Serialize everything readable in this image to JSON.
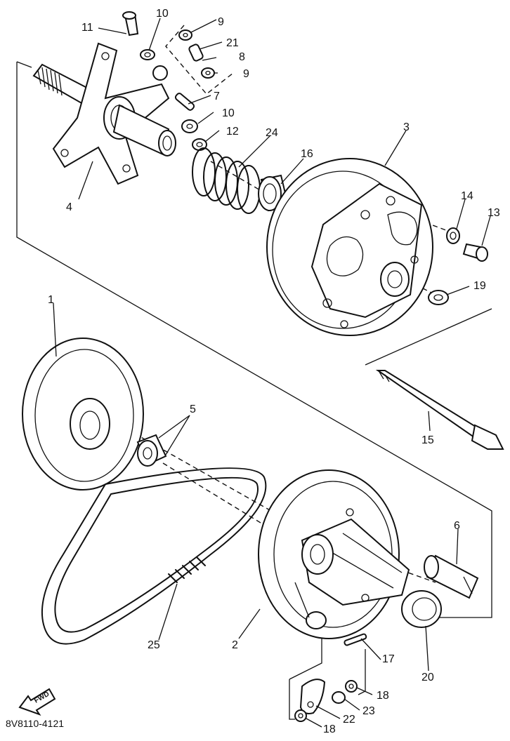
{
  "diagram": {
    "part_code": "8V8110-4121",
    "fwd_label": "FWD",
    "callouts": [
      {
        "id": "c1",
        "label": "1"
      },
      {
        "id": "c2",
        "label": "2"
      },
      {
        "id": "c3",
        "label": "3"
      },
      {
        "id": "c4",
        "label": "4"
      },
      {
        "id": "c5",
        "label": "5"
      },
      {
        "id": "c6",
        "label": "6"
      },
      {
        "id": "c7",
        "label": "7"
      },
      {
        "id": "c8",
        "label": "8"
      },
      {
        "id": "c9a",
        "label": "9"
      },
      {
        "id": "c9b",
        "label": "9"
      },
      {
        "id": "c10a",
        "label": "10"
      },
      {
        "id": "c10b",
        "label": "10"
      },
      {
        "id": "c11",
        "label": "11"
      },
      {
        "id": "c12",
        "label": "12"
      },
      {
        "id": "c13",
        "label": "13"
      },
      {
        "id": "c14",
        "label": "14"
      },
      {
        "id": "c15",
        "label": "15"
      },
      {
        "id": "c16",
        "label": "16"
      },
      {
        "id": "c17",
        "label": "17"
      },
      {
        "id": "c18a",
        "label": "18"
      },
      {
        "id": "c18b",
        "label": "18"
      },
      {
        "id": "c19",
        "label": "19"
      },
      {
        "id": "c20",
        "label": "20"
      },
      {
        "id": "c21",
        "label": "21"
      },
      {
        "id": "c22",
        "label": "22"
      },
      {
        "id": "c23",
        "label": "23"
      },
      {
        "id": "c24",
        "label": "24"
      },
      {
        "id": "c25",
        "label": "25"
      }
    ]
  }
}
